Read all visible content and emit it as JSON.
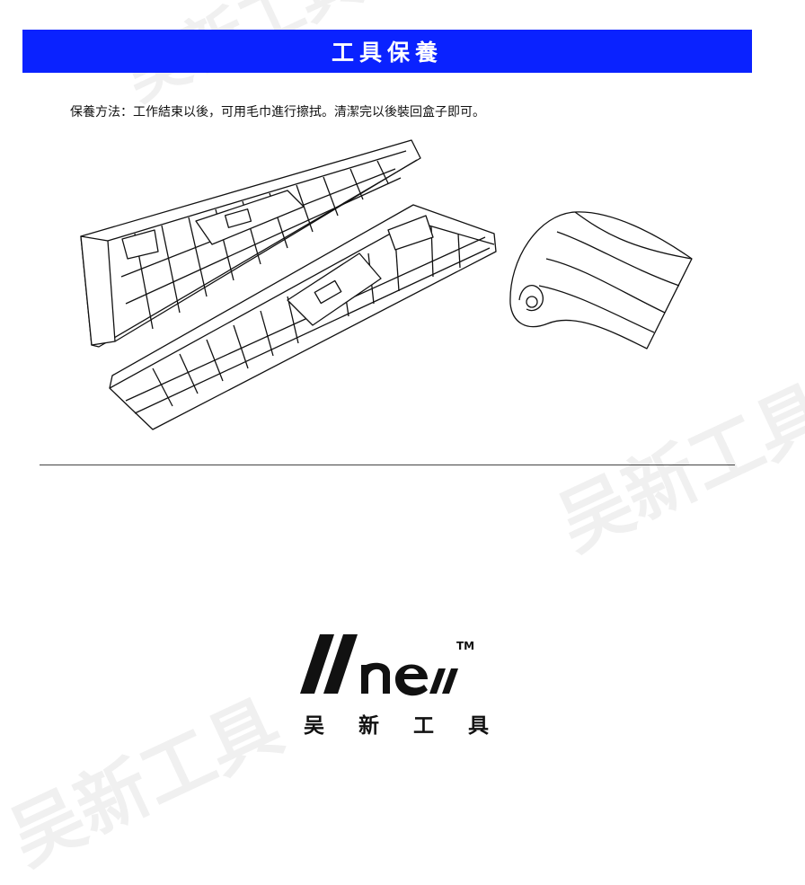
{
  "watermark": {
    "text": "吴新工具"
  },
  "header": {
    "title": "工具保養"
  },
  "instructions": {
    "text": "保養方法：工作結束以後，可用毛巾進行擦拭。清潔完以後裝回盒子即可。"
  },
  "logo": {
    "trademark": "TM",
    "company_name": "吴 新 工 具"
  }
}
